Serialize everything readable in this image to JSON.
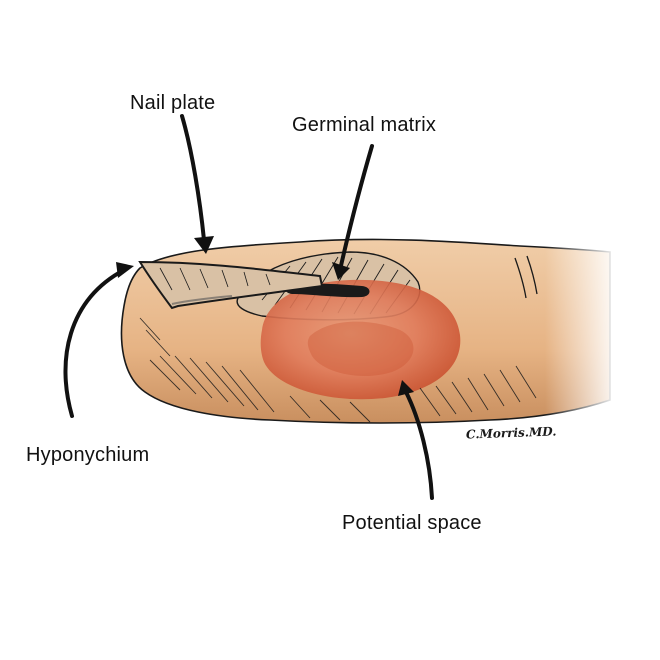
{
  "diagram": {
    "labels": {
      "nail_plate": "Nail plate",
      "germinal_matrix": "Germinal matrix",
      "hyponychium": "Hyponychium",
      "potential_space": "Potential space"
    },
    "signature": "C.Morris.MD.",
    "colors": {
      "skin": "#e8b88d",
      "skin_shadow": "#c98f5f",
      "lesion": "#e07a5a",
      "lesion_dark": "#c9502f",
      "ink": "#1a1a1a",
      "nail": "#d9c1a5"
    }
  }
}
